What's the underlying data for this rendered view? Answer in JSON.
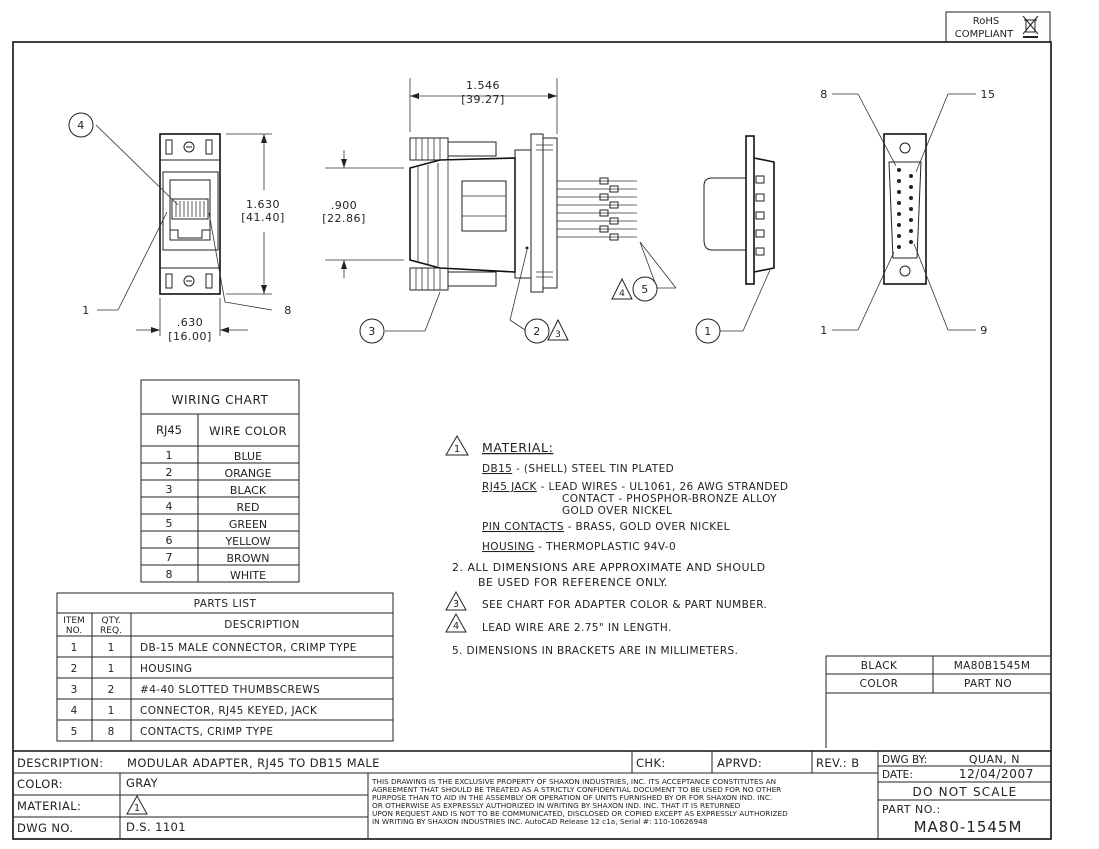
{
  "rohs": {
    "line1": "RoHS",
    "line2": "COMPLIANT"
  },
  "callouts": {
    "c4": "4",
    "c1": "1",
    "c8": "8",
    "c3": "3",
    "c2": "2",
    "c1b": "1",
    "c8r": "8",
    "c15": "15",
    "c1r": "1",
    "c9": "9"
  },
  "flags": {
    "f3": "3",
    "f4": "4",
    "f5": "5",
    "f1": "1"
  },
  "dims": {
    "width_in": "1.546",
    "width_mm": "[39.27]",
    "height_in": "1.630",
    "height_mm": "[41.40]",
    "body_in": ".900",
    "body_mm": "[22.86]",
    "jack_in": ".630",
    "jack_mm": "[16.00]"
  },
  "wiring_chart": {
    "title": "WIRING CHART",
    "col1": "RJ45",
    "col2": "WIRE COLOR",
    "rows": [
      {
        "pin": "1",
        "color": "BLUE"
      },
      {
        "pin": "2",
        "color": "ORANGE"
      },
      {
        "pin": "3",
        "color": "BLACK"
      },
      {
        "pin": "4",
        "color": "RED"
      },
      {
        "pin": "5",
        "color": "GREEN"
      },
      {
        "pin": "6",
        "color": "YELLOW"
      },
      {
        "pin": "7",
        "color": "BROWN"
      },
      {
        "pin": "8",
        "color": "WHITE"
      }
    ]
  },
  "parts_list": {
    "title": "PARTS LIST",
    "h_item1": "ITEM",
    "h_item2": "NO.",
    "h_qty1": "QTY.",
    "h_qty2": "REQ.",
    "h_desc": "DESCRIPTION",
    "rows": [
      {
        "item": "1",
        "qty": "1",
        "desc": "DB-15 MALE CONNECTOR, CRIMP TYPE"
      },
      {
        "item": "2",
        "qty": "1",
        "desc": "HOUSING"
      },
      {
        "item": "3",
        "qty": "2",
        "desc": "#4-40 SLOTTED THUMBSCREWS"
      },
      {
        "item": "4",
        "qty": "1",
        "desc": "CONNECTOR, RJ45 KEYED, JACK"
      },
      {
        "item": "5",
        "qty": "8",
        "desc": "CONTACTS, CRIMP TYPE"
      }
    ]
  },
  "notes": {
    "n1_flag": "1",
    "n1_head": "MATERIAL:",
    "db15_label": "DB15",
    "db15_text": " - (SHELL) STEEL TIN PLATED",
    "rj45_label": "RJ45 JACK",
    "rj45_text": " - LEAD WIRES - UL1061, 26 AWG STRANDED",
    "rj45_line2": "CONTACT - PHOSPHOR-BRONZE ALLOY",
    "rj45_line3": "GOLD OVER NICKEL",
    "pin_label": "PIN CONTACTS",
    "pin_text": " - BRASS, GOLD OVER NICKEL",
    "housing_label": "HOUSING",
    "housing_text": " - THERMOPLASTIC 94V-0",
    "n2_line1": "2.  ALL DIMENSIONS ARE APPROXIMATE AND SHOULD",
    "n2_line2": "BE USED FOR REFERENCE ONLY.",
    "n3_flag": "3",
    "n3_text": "SEE CHART FOR ADAPTER COLOR & PART NUMBER.",
    "n4_flag": "4",
    "n4_text": "LEAD WIRE ARE 2.75\" IN LENGTH.",
    "n5_text": "5.  DIMENSIONS IN BRACKETS ARE IN MILLIMETERS."
  },
  "color_table": {
    "color_value": "BLACK",
    "part_value": "MA80B1545M",
    "color_head": "COLOR",
    "part_head": "PART NO"
  },
  "title_block": {
    "desc_label": "DESCRIPTION:",
    "desc_value": "MODULAR ADAPTER, RJ45 TO DB15 MALE",
    "chk_label": "CHK:",
    "aprvd_label": "APRVD:",
    "rev_label": "REV.: B",
    "color_label": "COLOR:",
    "color_value": "GRAY",
    "material_label": "MATERIAL:",
    "material_flag": "1",
    "dwgno_label": "DWG NO.",
    "dwgno_value": "D.S. 1101",
    "legal_lines": [
      "THIS DRAWING IS THE EXCLUSIVE PROPERTY OF SHAXON INDUSTRIES, INC. ITS ACCEPTANCE CONSTITUTES AN",
      "AGREEMENT THAT SHOULD BE TREATED AS A STRICTLY CONFIDENTIAL DOCUMENT TO BE USED FOR NO OTHER",
      "PURPOSE THAN TO AID IN THE ASSEMBLY OR OPERATION OF UNITS FURNISHED BY OR FOR SHAXON IND. INC.",
      "OR OTHERWISE AS EXPRESSLY AUTHORIZED IN WRITING BY SHAXON IND. INC. THAT IT IS RETURNED",
      "UPON REQUEST AND IS NOT TO BE COMMUNICATED, DISCLOSED OR COPIED EXCEPT AS EXPRESSLY AUTHORIZED",
      "IN WRITING BY SHAXON INDUSTRIES INC. AutoCAD Release 12 c1a, Serial #: 110-10626948"
    ],
    "dwg_by_label": "DWG BY:",
    "dwg_by_value": "QUAN, N",
    "date_label": "DATE:",
    "date_value": "12/04/2007",
    "scale": "DO NOT SCALE",
    "partno_label": "PART NO.:",
    "partno_value": "MA80-1545M"
  }
}
